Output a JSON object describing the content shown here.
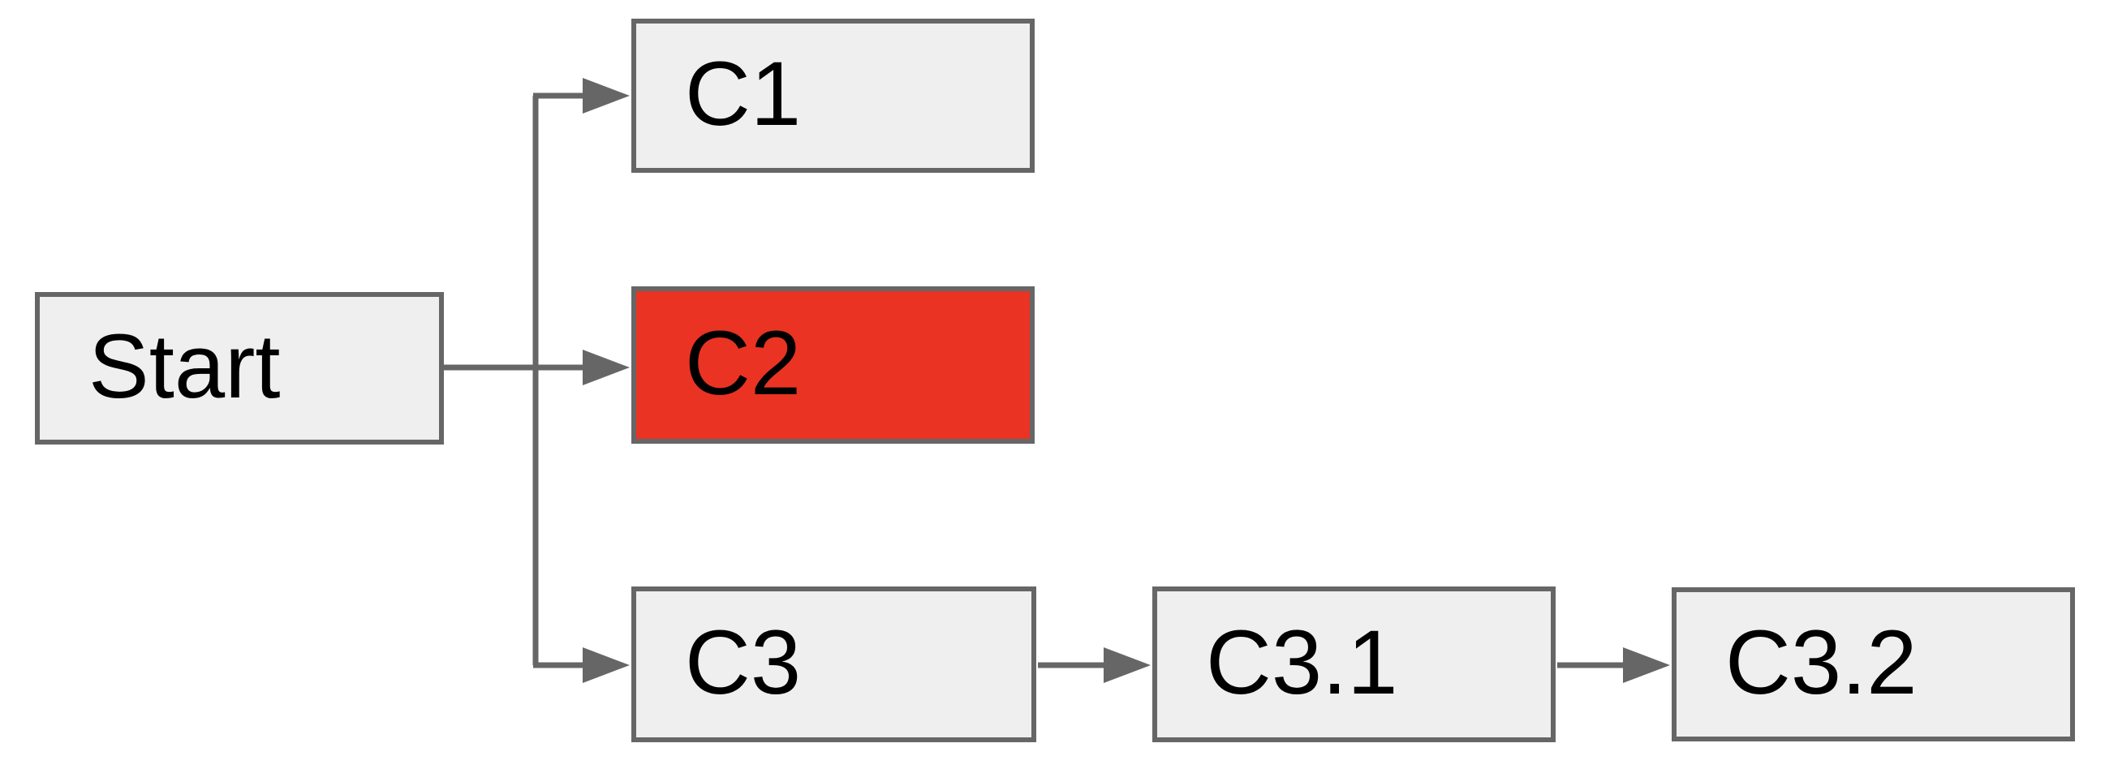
{
  "diagram": {
    "type": "flowchart",
    "direction": "left-to-right",
    "nodes": {
      "start": {
        "label": "Start",
        "fill": "#efefef",
        "highlighted": false
      },
      "c1": {
        "label": "C1",
        "fill": "#efefef",
        "highlighted": false
      },
      "c2": {
        "label": "C2",
        "fill": "#ea3323",
        "highlighted": true
      },
      "c3": {
        "label": "C3",
        "fill": "#efefef",
        "highlighted": false
      },
      "c3_1": {
        "label": "C3.1",
        "fill": "#efefef",
        "highlighted": false
      },
      "c3_2": {
        "label": "C3.2",
        "fill": "#efefef",
        "highlighted": false
      }
    },
    "edges": [
      {
        "from": "start",
        "to": "c1"
      },
      {
        "from": "start",
        "to": "c2"
      },
      {
        "from": "start",
        "to": "c3"
      },
      {
        "from": "c3",
        "to": "c3_1"
      },
      {
        "from": "c3_1",
        "to": "c3_2"
      }
    ],
    "colors": {
      "background": "#ffffff",
      "node_fill": "#efefef",
      "node_border": "#666666",
      "highlight_fill": "#ea3323",
      "connector": "#666666",
      "text": "#000000"
    }
  }
}
